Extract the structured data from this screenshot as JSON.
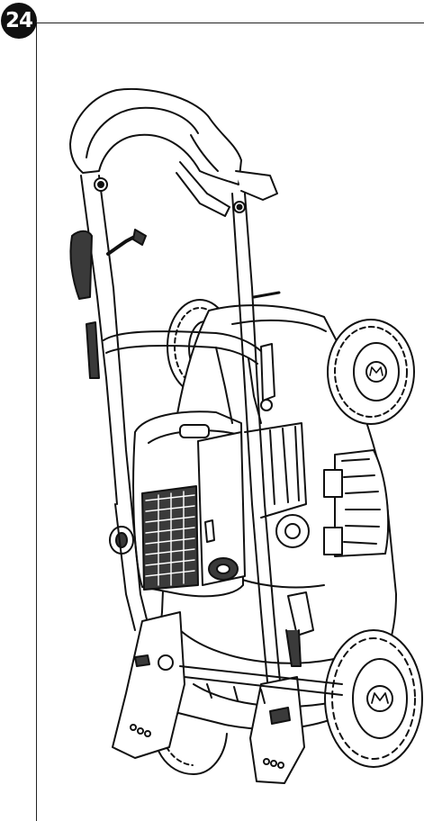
{
  "figure": {
    "step_number": "24"
  },
  "icons": {
    "step_badge": "circle-number-badge",
    "illustration": "lawn-mower-folded-handle-line-drawing",
    "wheel_logo": "brand-m-logo"
  },
  "colors": {
    "ink": "#111111",
    "paper": "#ffffff",
    "shade": "#3a3a3a"
  }
}
